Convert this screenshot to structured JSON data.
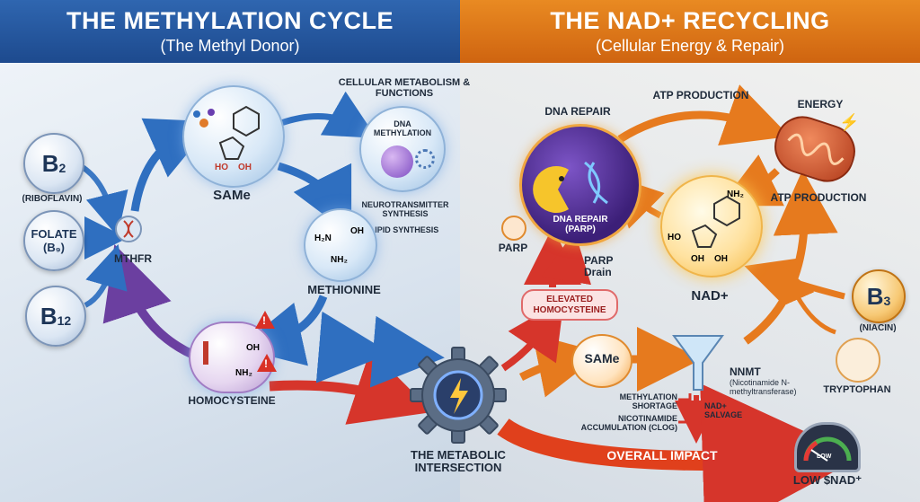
{
  "left_header": {
    "title": "THE METHYLATION CYCLE",
    "subtitle": "(The Methyl Donor)"
  },
  "right_header": {
    "title": "THE NAD+ RECYCLING",
    "subtitle": "(Cellular Energy & Repair)"
  },
  "left": {
    "b2_symbol": "B",
    "b2_sub": "2",
    "b2_name": "(RIBOFLAVIN)",
    "folate_line1": "FOLATE",
    "folate_line2": "(B₉)",
    "b12_symbol": "B",
    "b12_sub": "12",
    "mthfr": "MTHFR",
    "same": "SAMe",
    "same_oh1": "HO",
    "same_oh2": "OH",
    "functions_title": "CELLULAR METABOLISM & FUNCTIONS",
    "dna_methylation": "DNA METHYLATION",
    "neurotransmitter": "NEUROTRANSMITTER SYNTHESIS",
    "lipid": "LIPID SYNTHESIS",
    "methionine": "METHIONINE",
    "methionine_nh2a": "H₂N",
    "methionine_oh": "OH",
    "methionine_nh2b": "NH₂",
    "homocysteine": "HOMOCYSTEINE",
    "homocysteine_oh": "OH",
    "homocysteine_nh2": "NH₂"
  },
  "center": {
    "intersection": "THE METABOLIC INTERSECTION"
  },
  "right": {
    "dna_repair_top": "DNA REPAIR",
    "dna_repair_parp": "DNA REPAIR (PARP)",
    "parp": "PARP",
    "parp_drain": "PARP Drain",
    "elevated_homocysteine": "ELEVATED HOMOCYSTEINE",
    "atp_production_top": "ATP PRODUCTION",
    "energy": "ENERGY",
    "atp_production_side": "ATP PRODUCTION",
    "nad": "NAD+",
    "nad_ho": "HO",
    "nad_oh1": "OH",
    "nad_oh2": "OH",
    "nad_nh2": "NH₂",
    "b3_symbol": "B",
    "b3_sub": "3",
    "b3_name": "(NIACIN)",
    "tryptophan": "TRYPTOPHAN",
    "same": "SAMe",
    "nnmt": "NNMT",
    "nnmt_full": "(Nicotinamide N-methyltransferase)",
    "methylation_shortage": "METHYLATION SHORTAGE",
    "nicotinamide_clog": "NICOTINAMIDE ACCUMULATION (CLOG)",
    "nad_salvage": "NAD+ SALVAGE",
    "overall_impact": "OVERALL IMPACT",
    "gauge_low": "LOW",
    "low_nad": "LOW $NAD⁺"
  }
}
